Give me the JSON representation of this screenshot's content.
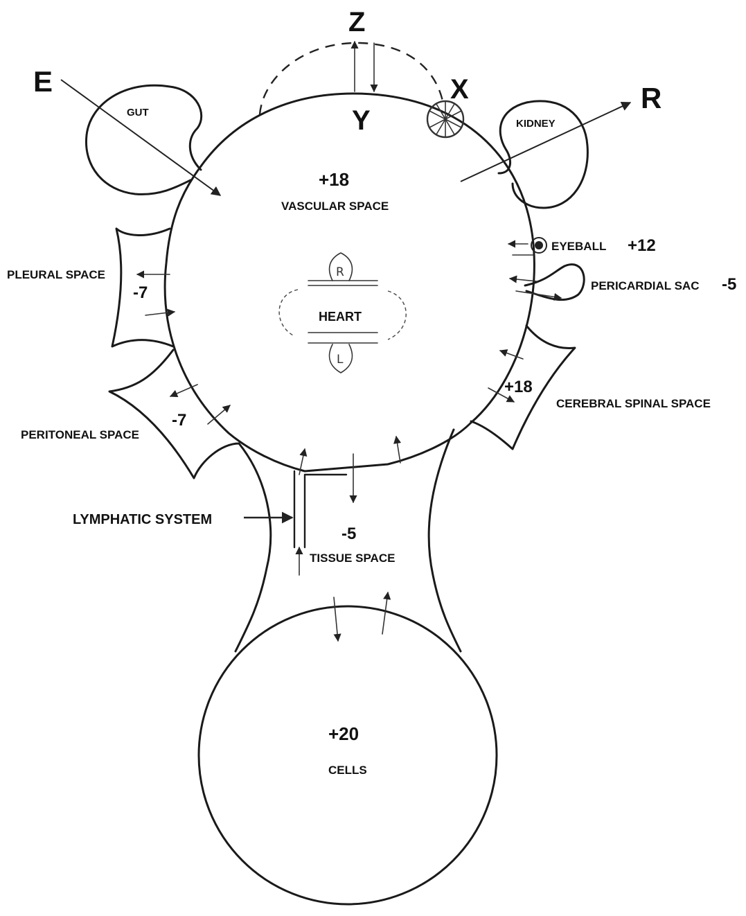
{
  "letters": {
    "e": "E",
    "z": "Z",
    "x": "X",
    "y": "Y",
    "r": "R"
  },
  "organs": {
    "gut": "GUT",
    "kidney": "KIDNEY",
    "heart": "HEART",
    "heart_r": "R",
    "heart_l": "L"
  },
  "vascular": {
    "value": "+18",
    "label": "VASCULAR SPACE"
  },
  "eyeball": {
    "label": "EYEBALL",
    "value": "+12"
  },
  "pericardial": {
    "label": "PERICARDIAL SAC",
    "value": "-5"
  },
  "pleural": {
    "label": "PLEURAL SPACE",
    "value": "-7"
  },
  "peritoneal": {
    "label": "PERITONEAL SPACE",
    "value": "-7"
  },
  "cerebral": {
    "label": "CEREBRAL SPINAL SPACE",
    "value": "+18"
  },
  "lymphatic": {
    "label": "LYMPHATIC SYSTEM"
  },
  "tissue": {
    "value": "-5",
    "label": "TISSUE SPACE"
  },
  "cells": {
    "value": "+20",
    "label": "CELLS"
  }
}
